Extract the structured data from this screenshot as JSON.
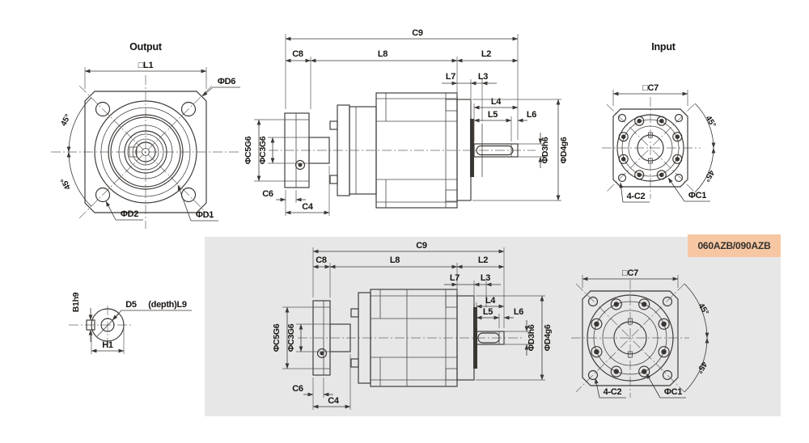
{
  "tag": {
    "label": "060AZB/090AZB",
    "bg": "#f6c7a2"
  },
  "colors": {
    "panel": "#e7e7e8",
    "line": "#3a3633",
    "text": "#16130f"
  },
  "top": {
    "output": {
      "title": "Output",
      "square": "□L1",
      "corner_chamfer": "ΦD6",
      "angle_upper": "45°",
      "angle_lower": "45°",
      "hole": "ΦD2",
      "bolt_circle": "ΦD1"
    },
    "side": {
      "c9": "C9",
      "c8": "C8",
      "l8": "L8",
      "l2": "L2",
      "l7": "L7",
      "l3": "L3",
      "l4": "L4",
      "l5": "L5",
      "l6": "L6",
      "c5g6": "ΦC5G6",
      "c3g6": "ΦC3G6",
      "c6": "C6",
      "c4": "C4",
      "d3h6": "ΦD3h6",
      "d4g6": "ΦD4g6"
    },
    "input": {
      "title": "Input",
      "square": "□C7",
      "angle_upper": "45°",
      "angle_lower": "45°",
      "corner_holes": "4-C2",
      "hole": "ΦC1"
    }
  },
  "detail": {
    "key_width": "B1h9",
    "bore_dia": "D5",
    "bore_depth": "(depth)L9",
    "key_height": "H1"
  },
  "bottom": {
    "side": {
      "c9": "C9",
      "c8": "C8",
      "l8": "L8",
      "l2": "L2",
      "l7": "L7",
      "l3": "L3",
      "l4": "L4",
      "l5": "L5",
      "l6": "L6",
      "c5g6": "ΦC5G6",
      "c3g6": "ΦC3G6",
      "c6": "C6",
      "c4": "C4",
      "d3h6": "ΦD3h6",
      "d4g6": "ΦD4g6"
    },
    "input": {
      "square": "□C7",
      "angle_upper": "45°",
      "angle_lower": "45°",
      "corner_holes": "4-C2",
      "hole": "ΦC1"
    }
  }
}
